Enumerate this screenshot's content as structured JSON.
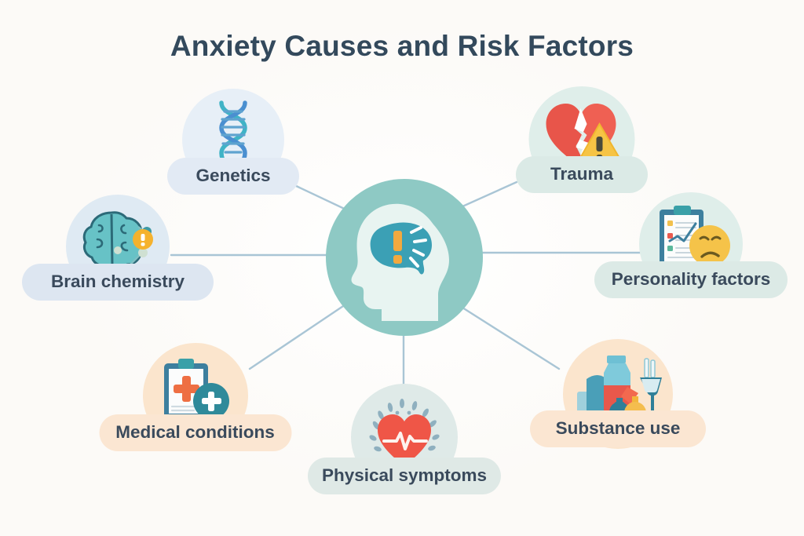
{
  "page": {
    "title": "Anxiety Causes and Risk Factors",
    "background_color": "#fdfcfb",
    "title_color": "#33495c",
    "label_text_color": "#3a4a5c",
    "connector_color": "#a8c4d4"
  },
  "center": {
    "name": "anxiety-hub",
    "icon": "head-with-brain-alert-icon",
    "circle_color": "#8ec9c4",
    "head_color": "#e6f4f1",
    "brain_color": "#3ba0b5",
    "alert_color": "#f0a93c"
  },
  "nodes": [
    {
      "id": "genetics",
      "label": "Genetics",
      "icon": "dna-helix-icon",
      "bubble_color": "#e7eff7",
      "pill_color": "#e2eaf4",
      "accent_color": "#4aa8c0"
    },
    {
      "id": "trauma",
      "label": "Trauma",
      "icon": "broken-heart-warning-icon",
      "bubble_color": "#dfeeea",
      "pill_color": "#dbeae6",
      "accent_color": "#e8554a"
    },
    {
      "id": "brain-chemistry",
      "label": "Brain chemistry",
      "icon": "brain-network-alert-icon",
      "bubble_color": "#dfeaf3",
      "pill_color": "#dde6f1",
      "accent_color": "#4fa8ac"
    },
    {
      "id": "personality-factors",
      "label": "Personality factors",
      "icon": "clipboard-sad-face-icon",
      "bubble_color": "#dfeeea",
      "pill_color": "#dceae6",
      "accent_color": "#f2c14e"
    },
    {
      "id": "medical-conditions",
      "label": "Medical conditions",
      "icon": "medical-clipboard-plus-icon",
      "bubble_color": "#fbe5cd",
      "pill_color": "#fbe6d2",
      "accent_color": "#ee6f43"
    },
    {
      "id": "physical-symptoms",
      "label": "Physical symptoms",
      "icon": "heart-pulse-icon",
      "bubble_color": "#dfeae8",
      "pill_color": "#dfe9e6",
      "accent_color": "#ef5647"
    },
    {
      "id": "substance-use",
      "label": "Substance use",
      "icon": "bottles-pills-glass-icon",
      "bubble_color": "#fbe5cd",
      "pill_color": "#fbe6d2",
      "accent_color": "#4a9fb8"
    }
  ]
}
